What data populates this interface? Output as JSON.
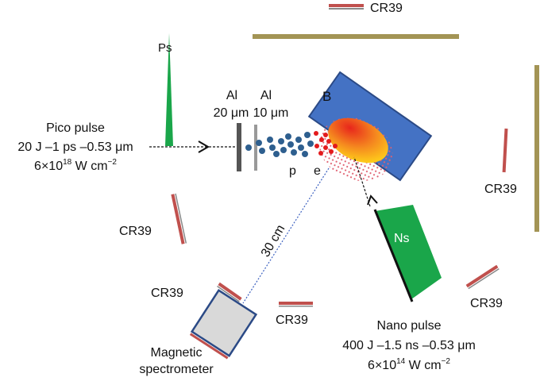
{
  "labels": {
    "pico_title": "Pico pulse",
    "pico_params": "20 J –1 ps –0.53 μm",
    "pico_intensity_base": "6×10",
    "pico_intensity_exp": "18",
    "pico_intensity_unit": " W cm",
    "pico_intensity_unit_exp": "−2",
    "ps": "Ps",
    "al1_name": "Al",
    "al1_thickness": "20 μm",
    "al2_name": "Al",
    "al2_thickness": "10 μm",
    "boron": "B",
    "protons": "p",
    "electrons": "e",
    "distance": "30 cm",
    "ns": "Ns",
    "nano_title": "Nano pulse",
    "nano_params": "400 J –1.5 ns –0.53 μm",
    "nano_intensity_base": "6×10",
    "nano_intensity_exp": "14",
    "nano_intensity_unit": " W cm",
    "nano_intensity_unit_exp": "−2",
    "spectrometer_line1": "Magnetic",
    "spectrometer_line2": "spectrometer",
    "cr39_top": "CR39",
    "cr39_right": "CR39",
    "cr39_left": "CR39",
    "cr39_lower_left": "CR39",
    "cr39_bottom": "CR39",
    "cr39_bottom_right": "CR39"
  },
  "colors": {
    "shield": "#a39455",
    "cr39": "#c0504d",
    "boron_target": "#4472c4",
    "pulse_green": "#1aa64a",
    "proton_dot": "#2e5f8f",
    "electron_dot": "#e31a1c",
    "plasma_dot": "#e06070",
    "spectrometer_fill": "#d9d9d9"
  }
}
